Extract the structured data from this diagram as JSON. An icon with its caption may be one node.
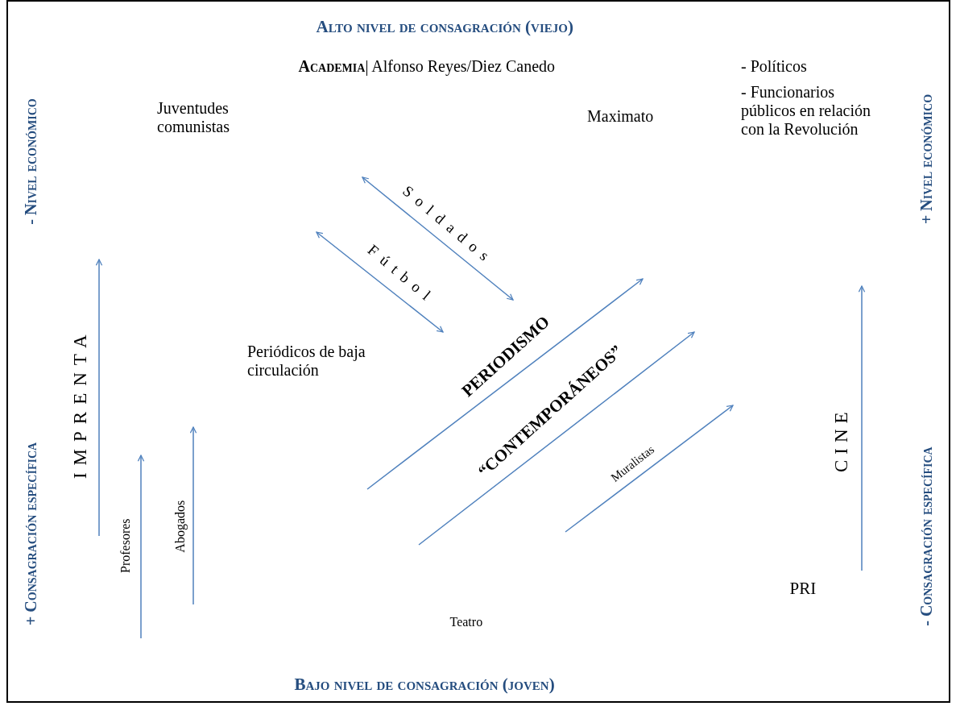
{
  "diagram": {
    "labels": [
      "Alto nivel de consagración  (viejo)",
      "**Academia**| Alfonso Reyes/Diez Canedo",
      "-  Políticos",
      "-  Funcionarios públicos en relación con la Revolución",
      "Juventudes comunistas",
      "Maximato",
      "-  Nivel económico",
      "+  Nivel económico",
      "Soldados",
      "Fútbol",
      "IMPRENTA",
      "Periódicos  de baja circulación",
      "PERIODISMO",
      "“CONTEMPORÁNEOS”",
      "CINE",
      "Muralistas",
      "+ Consagración  específica",
      "- Consagración  específica",
      "Profesores",
      "Abogados",
      "PRI",
      "Teatro",
      "Bajo nivel de consagración  (joven)"
    ]
  }
}
